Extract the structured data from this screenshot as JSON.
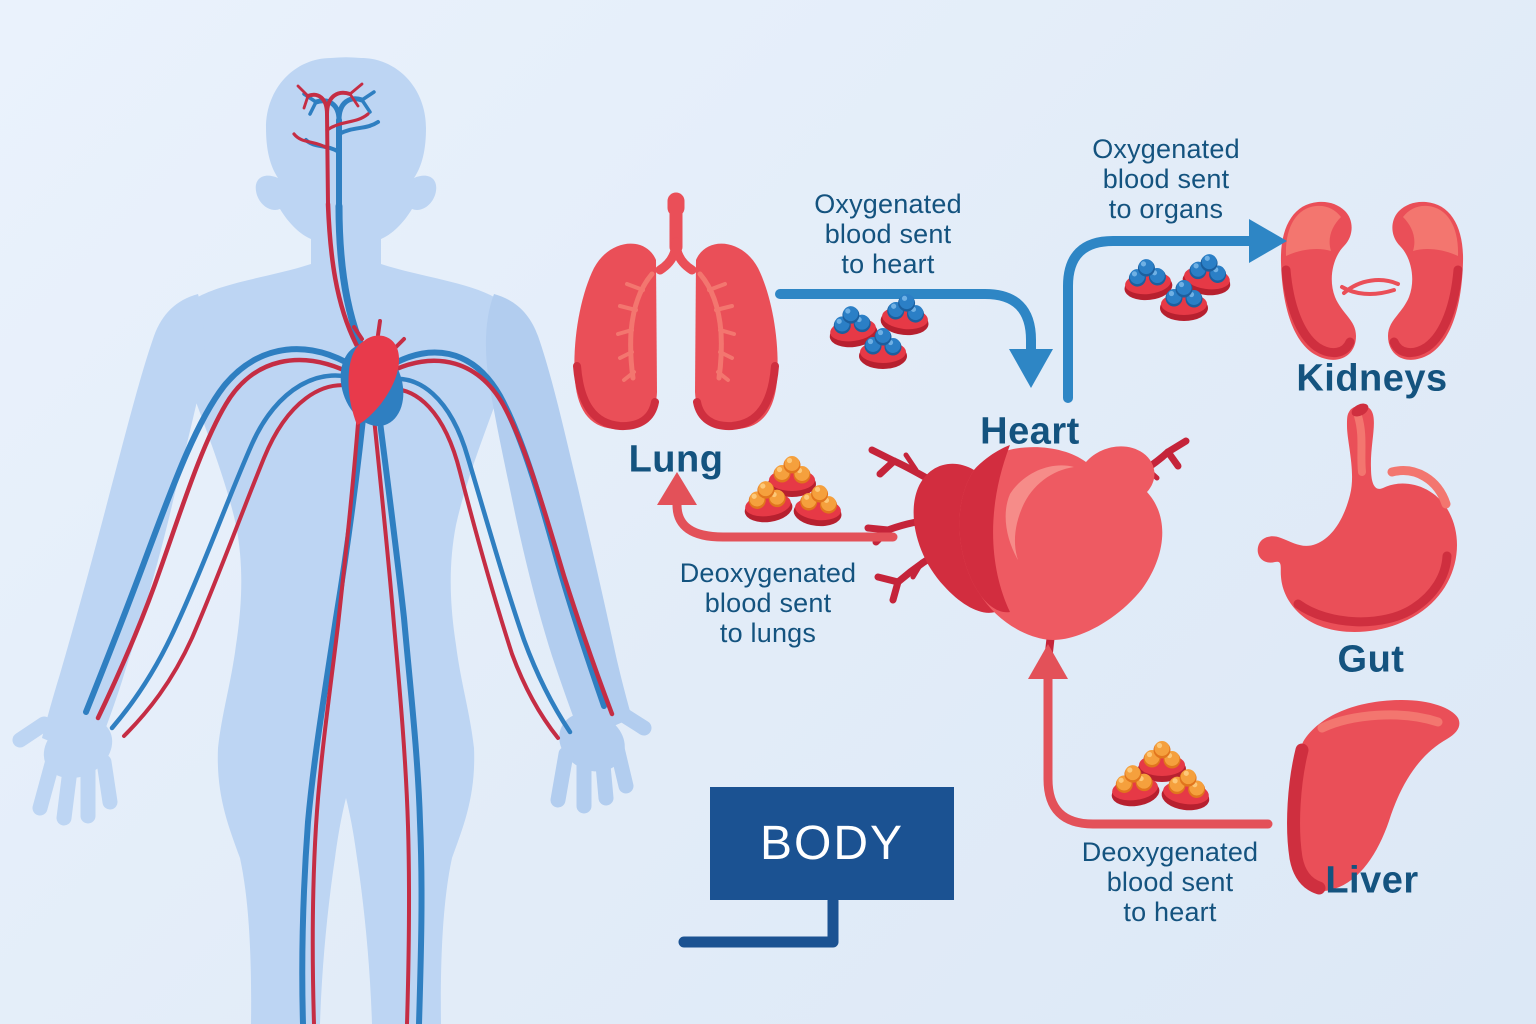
{
  "flow_labels": [
    {
      "id": "oxygenated-to-heart",
      "lines": [
        "Oxygenated",
        "blood sent",
        "to heart"
      ]
    },
    {
      "id": "oxygenated-to-organs",
      "lines": [
        "Oxygenated",
        "blood sent",
        "to organs"
      ]
    },
    {
      "id": "deoxygenated-to-lungs",
      "lines": [
        "Deoxygenated",
        "blood sent",
        "to lungs"
      ]
    },
    {
      "id": "deoxygenated-to-heart",
      "lines": [
        "Deoxygenated",
        "blood sent",
        "to heart"
      ]
    }
  ],
  "organ_labels": {
    "lung": "Lung",
    "heart": "Heart",
    "kidneys": "Kidneys",
    "gut": "Gut",
    "liver": "Liver"
  },
  "body_box": {
    "label": "BODY"
  },
  "colors": {
    "background": "#e2ecf8",
    "silhouette": "#bdd5f3",
    "silhouette_arm": "#b2cdef",
    "vein_blue": "#2f7fc1",
    "artery_red": "#c52d44",
    "label_text": "#14537f",
    "arrow_blue": "#2e86c5",
    "arrow_red": "#e35159",
    "organ_red": "#ea4f58",
    "organ_red_dark": "#cf2f3f",
    "organ_red_light": "#f3766f",
    "heart_main": "#ee5a62",
    "heart_dark": "#d22d3f",
    "heart_highlight": "#f68c89",
    "vessel_dark_red": "#c5243a",
    "body_box_blue": "#1b5292",
    "body_box_text": "#ffffff",
    "cell_disc": "#e63946",
    "cell_rim": "#b7202f",
    "oxygen_ball": "#2b7fc6",
    "co2_ball": "#f5a03d"
  }
}
